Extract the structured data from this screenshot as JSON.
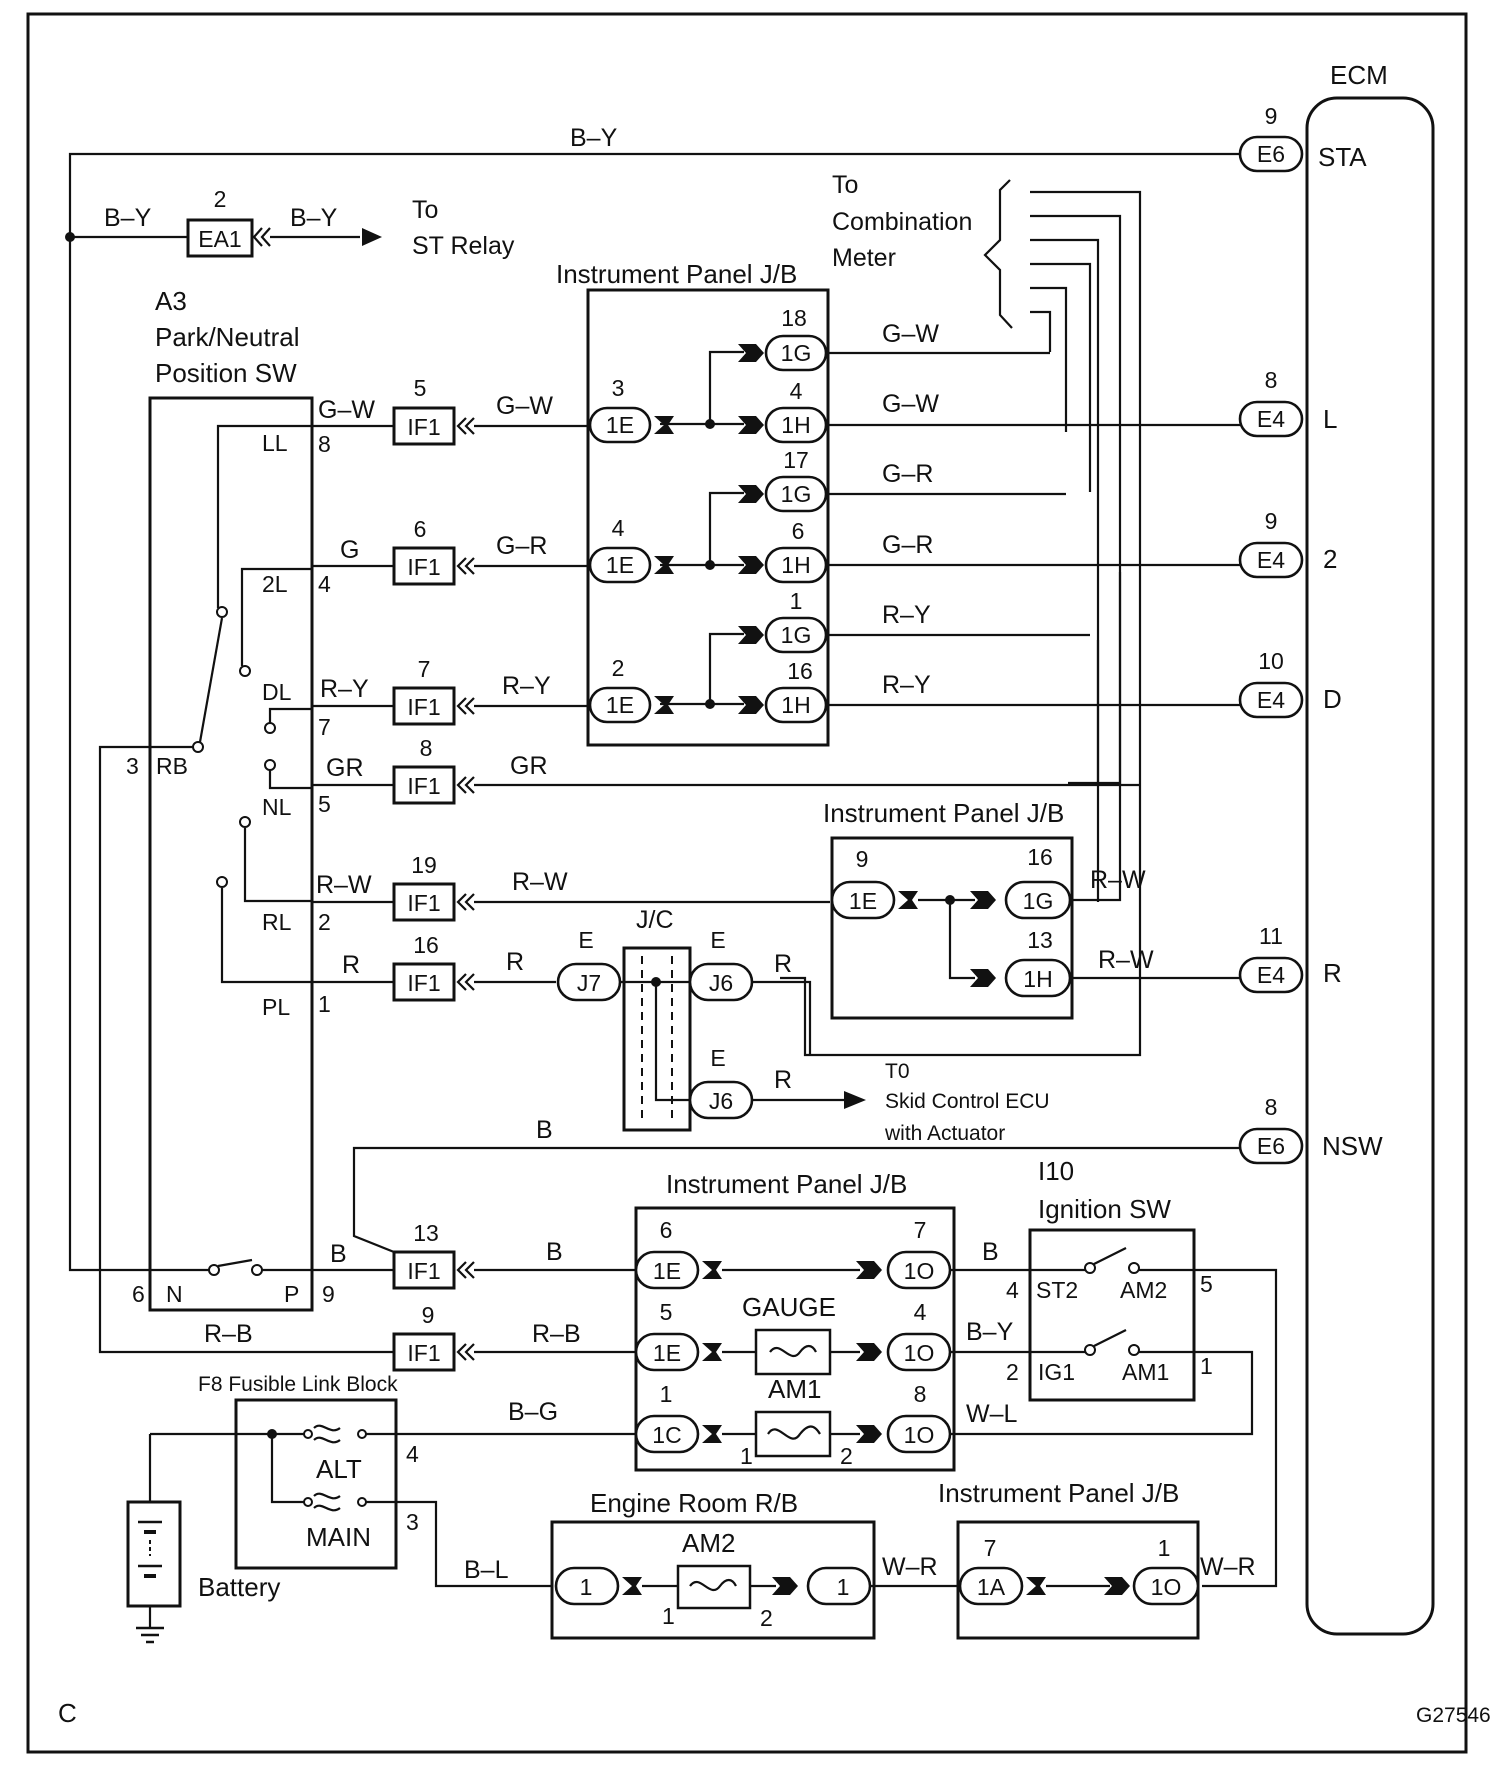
{
  "page": {
    "corner_letter": "C",
    "figure_id": "G27546"
  },
  "ecm": {
    "title": "ECM",
    "terminals": [
      {
        "pin": "9",
        "connector": "E6",
        "signal": "STA"
      },
      {
        "pin": "8",
        "connector": "E4",
        "signal": "L"
      },
      {
        "pin": "9",
        "connector": "E4",
        "signal": "2"
      },
      {
        "pin": "10",
        "connector": "E4",
        "signal": "D"
      },
      {
        "pin": "11",
        "connector": "E4",
        "signal": "R"
      },
      {
        "pin": "8",
        "connector": "E6",
        "signal": "NSW"
      }
    ]
  },
  "wires": {
    "by": "B–Y",
    "gw": "G–W",
    "g": "G",
    "gr_dash": "G–R",
    "ry": "R–Y",
    "gr": "GR",
    "rw": "R–W",
    "r": "R",
    "b": "B",
    "rb": "R–B",
    "bg": "B–G",
    "wl": "W–L",
    "bl": "B–L",
    "wr": "W–R"
  },
  "st_relay": {
    "pin": "2",
    "connector": "EA1",
    "line1": "To",
    "line2": "ST Relay"
  },
  "combination_meter": {
    "line1": "To",
    "line2": "Combination",
    "line3": "Meter"
  },
  "pn_switch": {
    "id": "A3",
    "line1": "Park/Neutral",
    "line2": "Position SW",
    "positions": [
      "LL",
      "2L",
      "DL",
      "NL",
      "RL",
      "PL"
    ],
    "pins": {
      "ll": "8",
      "twol": "4",
      "dl": "7",
      "nl": "5",
      "rl": "2",
      "pl": "1",
      "rb": "3",
      "n": "6",
      "p": "9"
    },
    "rb_label": "RB",
    "n_label": "N",
    "p_label": "P"
  },
  "if1": {
    "name": "IF1",
    "pins": [
      "5",
      "6",
      "7",
      "8",
      "19",
      "16",
      "13",
      "9"
    ]
  },
  "jb_upper": {
    "title": "Instrument Panel J/B",
    "left": [
      {
        "pin": "3",
        "connector": "1E"
      },
      {
        "pin": "4",
        "connector": "1E"
      },
      {
        "pin": "2",
        "connector": "1E"
      }
    ],
    "right": [
      {
        "pin": "18",
        "connector": "1G"
      },
      {
        "pin": "4",
        "connector": "1H"
      },
      {
        "pin": "17",
        "connector": "1G"
      },
      {
        "pin": "6",
        "connector": "1H"
      },
      {
        "pin": "1",
        "connector": "1G"
      },
      {
        "pin": "16",
        "connector": "1H"
      }
    ]
  },
  "jb_middle": {
    "title": "Instrument Panel J/B",
    "left": {
      "pin": "9",
      "connector": "1E"
    },
    "right_top": {
      "pin": "16",
      "connector": "1G"
    },
    "right_bottom": {
      "pin": "13",
      "connector": "1H"
    }
  },
  "jc": {
    "title": "J/C",
    "j7": "J7",
    "j6_top": "J6",
    "j6_bottom": "J6",
    "e_label": "E",
    "skid": {
      "line1": "T0",
      "line2": "Skid Control ECU",
      "line3": "with Actuator"
    }
  },
  "jb_lower": {
    "title": "Instrument Panel J/B",
    "rows": [
      {
        "lpin": "6",
        "lconn": "1E",
        "rpin": "7",
        "rconn": "1O"
      },
      {
        "lpin": "5",
        "lconn": "1E",
        "rpin": "4",
        "rconn": "1O"
      },
      {
        "lpin": "1",
        "lconn": "1C",
        "rpin": "8",
        "rconn": "1O"
      }
    ],
    "gauge": "GAUGE",
    "am1": "AM1",
    "am1_pin_l": "1",
    "am1_pin_r": "2"
  },
  "ignition_sw": {
    "id": "I10",
    "title": "Ignition SW",
    "st2": "ST2",
    "am2": "AM2",
    "ig1": "IG1",
    "am1": "AM1",
    "pins": {
      "st2": "4",
      "am2": "5",
      "ig1": "2",
      "am1": "1"
    }
  },
  "fusible": {
    "title": "F8 Fusible Link Block",
    "alt": "ALT",
    "main": "MAIN",
    "pin_alt": "4",
    "pin_main": "3"
  },
  "battery": "Battery",
  "engine_rb": {
    "title": "Engine Room R/B",
    "fuse": "AM2",
    "left": "1",
    "right": "1",
    "fl": "1",
    "fr": "2"
  },
  "jb_bottom": {
    "title": "Instrument Panel J/B",
    "lpin": "7",
    "lconn": "1A",
    "rpin": "1",
    "rconn": "1O"
  }
}
